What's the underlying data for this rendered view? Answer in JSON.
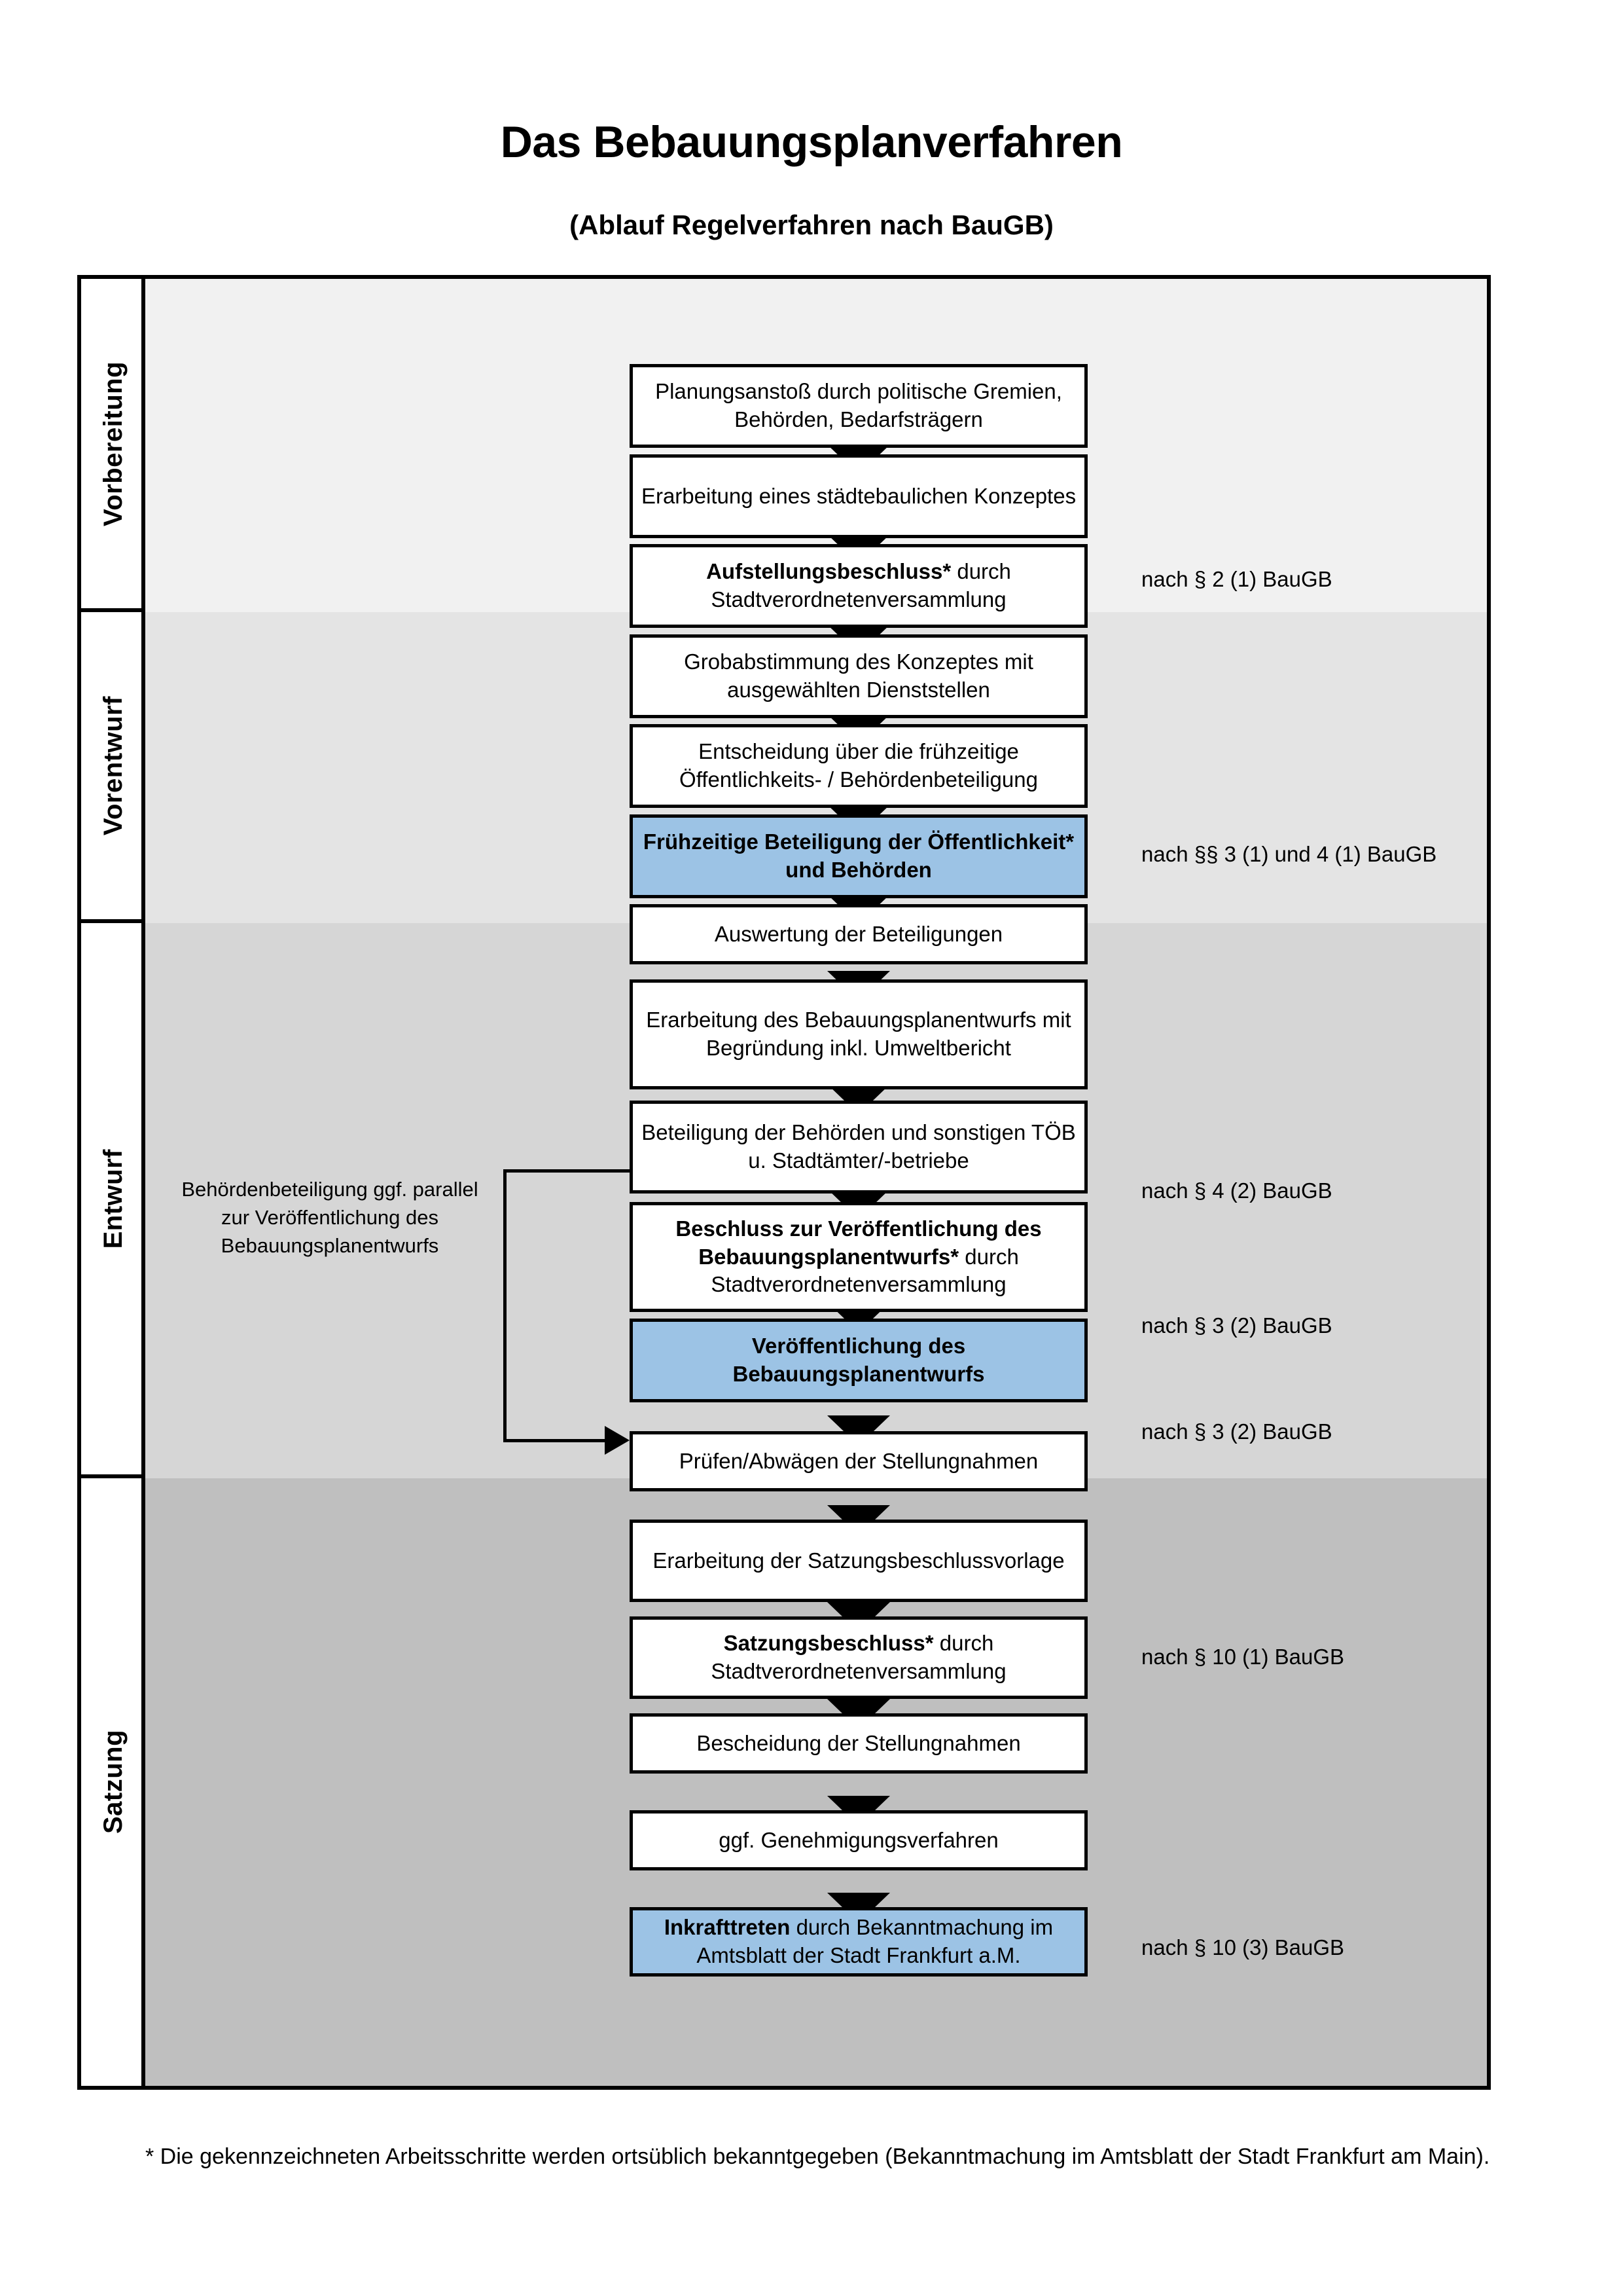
{
  "header": {
    "title": "Das Bebauungsplanverfahren",
    "subtitle": "(Ablauf Regelverfahren nach BauGB)"
  },
  "phases": [
    {
      "label": "Vorbereitung"
    },
    {
      "label": "Vorentwurf"
    },
    {
      "label": "Entwurf"
    },
    {
      "label": "Satzung"
    }
  ],
  "steps": [
    {
      "id": "planungsanstoss",
      "text": "Planungsanstoß durch politische Gremien, Behörden, Bedarfsträgern",
      "highlight": false
    },
    {
      "id": "konzept",
      "text": "Erarbeitung eines städtebaulichen Konzeptes",
      "highlight": false
    },
    {
      "id": "aufstellungsbeschluss",
      "bold_prefix": "Aufstellungsbeschluss*",
      "rest": " durch Stadtverordnetenversammlung",
      "highlight": false
    },
    {
      "id": "grobabstimmung",
      "text": "Grobabstimmung des Konzeptes mit ausgewählten Dienststellen",
      "highlight": false
    },
    {
      "id": "entscheidung",
      "text": "Entscheidung über die frühzeitige Öffentlichkeits- / Behördenbeteiligung",
      "highlight": false
    },
    {
      "id": "fruehzeitige-beteiligung",
      "text": "Frühzeitige Beteiligung der Öffentlichkeit* und Behörden",
      "highlight": true
    },
    {
      "id": "auswertung",
      "text": "Auswertung der Beteiligungen",
      "highlight": false
    },
    {
      "id": "erarbeitung-entwurf",
      "text": "Erarbeitung des Bebauungsplanentwurfs mit Begründung inkl. Umweltbericht",
      "highlight": false
    },
    {
      "id": "beteiligung-behoerden",
      "text": "Beteiligung der Behörden und sonstigen TÖB u. Stadtämter/-betriebe",
      "highlight": false
    },
    {
      "id": "beschluss-veroeffentlichung",
      "bold_prefix": "Beschluss zur Veröffentlichung des Bebauungsplanentwurfs*",
      "rest": " durch Stadtverordnetenversammlung",
      "highlight": false
    },
    {
      "id": "veroeffentlichung",
      "text": "Veröffentlichung des Bebauungsplanentwurfs",
      "highlight": true
    },
    {
      "id": "pruefen-abwaegen",
      "text": "Prüfen/Abwägen der Stellungnahmen",
      "highlight": false
    },
    {
      "id": "satzungsbeschlussvorlage",
      "text": "Erarbeitung der Satzungsbeschlussvorlage",
      "highlight": false
    },
    {
      "id": "satzungsbeschluss",
      "bold_prefix": "Satzungsbeschluss*",
      "rest": " durch Stadtverordnetenversammlung",
      "highlight": false
    },
    {
      "id": "bescheidung",
      "text": "Bescheidung der Stellungnahmen",
      "highlight": false
    },
    {
      "id": "genehmigungsverfahren",
      "text": "ggf. Genehmigungsverfahren",
      "highlight": false
    },
    {
      "id": "inkrafttreten",
      "bold_prefix": "Inkrafttreten",
      "rest": " durch Bekanntmachung im Amtsblatt der Stadt Frankfurt a.M.",
      "highlight": true
    }
  ],
  "legal_refs": [
    {
      "id": "ref-par2-1",
      "text": "nach § 2 (1) BauGB"
    },
    {
      "id": "ref-par3-1-4-1",
      "text": "nach §§ 3 (1) und 4 (1) BauGB"
    },
    {
      "id": "ref-par4-2",
      "text": "nach § 4 (2) BauGB"
    },
    {
      "id": "ref-par3-2-a",
      "text": "nach § 3 (2) BauGB"
    },
    {
      "id": "ref-par3-2-b",
      "text": "nach § 3 (2) BauGB"
    },
    {
      "id": "ref-par10-1",
      "text": "nach § 10 (1) BauGB"
    },
    {
      "id": "ref-par10-3",
      "text": "nach § 10 (3) BauGB"
    }
  ],
  "sidenote": "Behördenbeteiligung ggf. parallel zur Veröffentlichung des Bebauungsplanentwurfs",
  "footnote": "* Die gekennzeichneten Arbeitsschritte werden ortsüblich bekanntgegeben (Bekanntmachung im Amtsblatt  der Stadt Frankfurt am Main).",
  "colors": {
    "highlight": "#9CC3E5",
    "band_vorbereitung": "#F1F1F1",
    "band_vorentwurf": "#E4E4E4",
    "band_entwurf": "#D6D6D6",
    "band_satzung": "#BFBFBF",
    "frame_border": "#000000"
  }
}
